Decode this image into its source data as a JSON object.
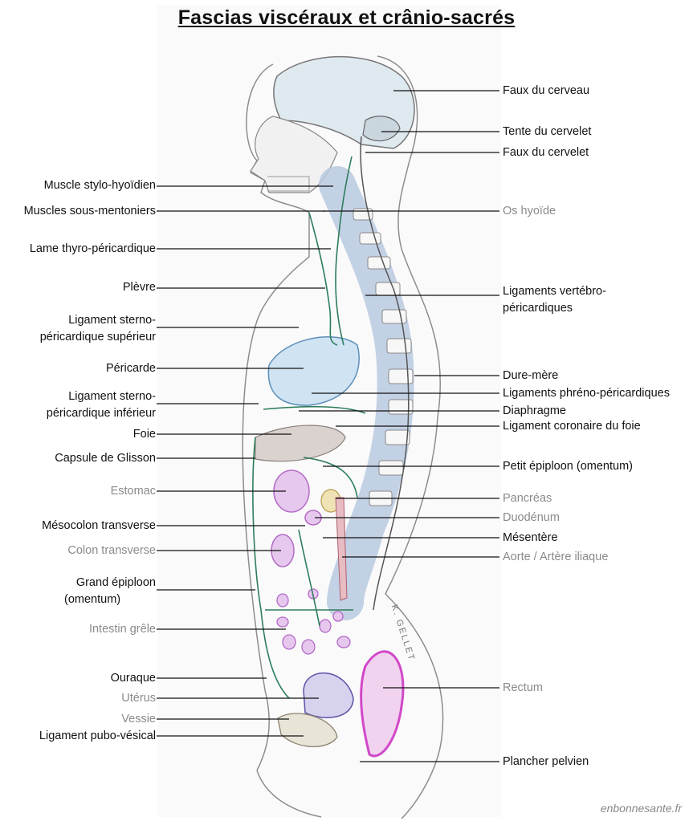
{
  "title": "Fascias viscéraux et crânio-sacrés",
  "credit": "enbonnesante.fr",
  "signature": "K. GELLET",
  "labels_left": {
    "stylo_hyoidien": "Muscle stylo-hyoïdien",
    "sous_mentoniers": "Muscles sous-mentoniers",
    "thyro_pericardique": "Lame thyro-péricardique",
    "plevre": "Plèvre",
    "sterno_sup_1": "Ligament sterno-",
    "sterno_sup_2": "péricardique supérieur",
    "pericarde": "Péricarde",
    "sterno_inf_1": "Ligament sterno-",
    "sterno_inf_2": "péricardique inférieur",
    "foie": "Foie",
    "glisson": "Capsule de Glisson",
    "estomac": "Estomac",
    "mesocolon": "Mésocolon transverse",
    "colon": "Colon transverse",
    "epiploon_1": "Grand épiploon",
    "epiploon_2": "(omentum)",
    "intestin": "Intestin grêle",
    "ouraque": "Ouraque",
    "uterus": "Utérus",
    "vessie": "Vessie",
    "pubo_vesical": "Ligament pubo-vésical"
  },
  "labels_right": {
    "faux_cerveau": "Faux du cerveau",
    "tente": "Tente du cervelet",
    "faux_cervelet": "Faux du cervelet",
    "hyoide": "Os hyoïde",
    "vertebro_1": "Ligaments vertébro-",
    "vertebro_2": "péricardiques",
    "dure_mere": "Dure-mère",
    "phreno": "Ligaments phréno-péricardiques",
    "diaphragme": "Diaphragme",
    "coronaire": "Ligament coronaire du foie",
    "petit_epiploon": "Petit épiploon (omentum)",
    "pancreas": "Pancréas",
    "duodenum": "Duodénum",
    "mesentere": "Mésentère",
    "aorte": "Aorte / Artère iliaque",
    "rectum": "Rectum",
    "plancher": "Plancher pelvien"
  },
  "colors": {
    "fascia": "#2e7d5b",
    "outline": "#7a7a7a",
    "pericarde": "#cfe3f3",
    "spine": "#c9d8ec",
    "organ": "#e6c8ee",
    "organ_edge": "#b46ac6",
    "rectum": "#d148c8",
    "liver": "#d9d2cf"
  }
}
